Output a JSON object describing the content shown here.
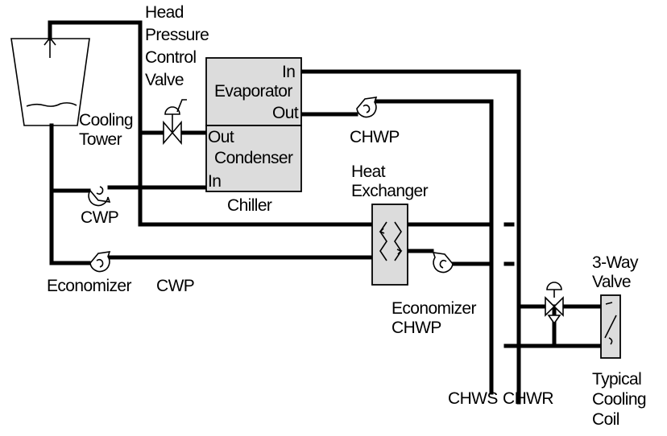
{
  "labels": {
    "head_pressure_valve": [
      "Head",
      "Pressure",
      "Control",
      "Valve"
    ],
    "cooling_tower": [
      "Cooling",
      "Tower"
    ],
    "chiller": "Chiller",
    "evaporator_in": "In",
    "evaporator": "Evaporator",
    "evaporator_out": "Out",
    "condenser_out": "Out",
    "condenser": "Condenser",
    "condenser_in": "In",
    "chwp": "CHWP",
    "cwp": "CWP",
    "economizer": "Economizer",
    "economizer_cwp": "CWP",
    "heat_exchanger": [
      "Heat",
      "Exchanger"
    ],
    "economizer_chwp": [
      "Economizer",
      "CHWP"
    ],
    "three_way_valve": [
      "3-Way",
      "Valve"
    ],
    "chws": "CHWS",
    "chwr": "CHWR",
    "cooling_coil": [
      "Typical",
      "Cooling",
      "Coil"
    ]
  }
}
